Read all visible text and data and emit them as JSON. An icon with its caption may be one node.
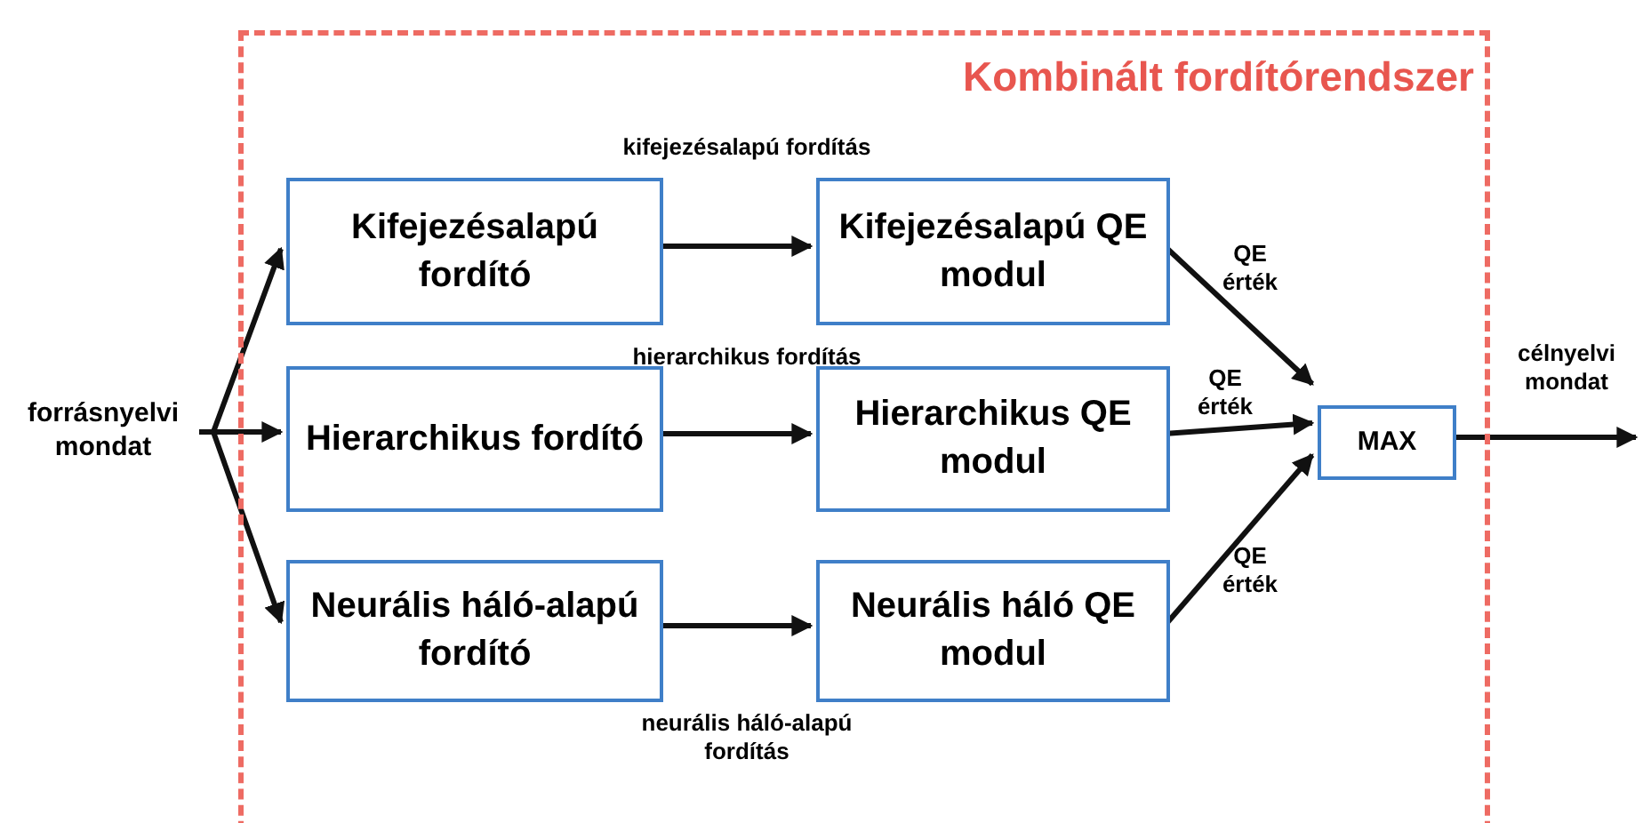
{
  "diagram": {
    "nodes": [
      {
        "text": [
          "Kombinált fordítórendszer"
        ]
      },
      {
        "text": [
          "Kifejezésalapú fordító"
        ],
        "in": 0
      },
      {
        "text": [
          "Kifejezésalapú QE modul"
        ],
        "in": 0
      },
      {
        "text": [
          "Hierarchikus fordító"
        ],
        "in": 0
      },
      {
        "text": [
          "Hierarchikus QE modul"
        ],
        "in": 0
      },
      {
        "text": [
          "Neurális háló-alapú fordító"
        ],
        "in": 0
      },
      {
        "text": [
          "Neurális háló QE modul"
        ],
        "in": 0
      },
      {
        "text": [
          "MAX"
        ],
        "in": 0
      },
      {
        "text": [
          "forrásnyelvi mondat"
        ]
      }
    ],
    "edges": [
      {
        "from": 8,
        "to": 1,
        "arrow": "to"
      },
      {
        "from": 8,
        "to": 3,
        "arrow": "to"
      },
      {
        "from": 8,
        "to": 5,
        "arrow": "to"
      },
      {
        "from": 1,
        "to": 2,
        "arrow": "to",
        "label": "kifejezésalapú fordítás"
      },
      {
        "from": 3,
        "to": 4,
        "arrow": "to",
        "label": "hierarchikus fordítás"
      },
      {
        "from": 5,
        "to": 6,
        "arrow": "to",
        "label": "neurális háló-alapú fordítás"
      },
      {
        "from": 2,
        "to": 7,
        "arrow": "to",
        "label": "QE érték"
      },
      {
        "from": 4,
        "to": 7,
        "arrow": "to",
        "label": "QE érték"
      },
      {
        "from": 6,
        "to": 7,
        "arrow": "to",
        "label": "QE érték"
      },
      {
        "from": 7,
        "to": null,
        "arrow": "to",
        "label": "célnyelvi mondat"
      }
    ]
  }
}
